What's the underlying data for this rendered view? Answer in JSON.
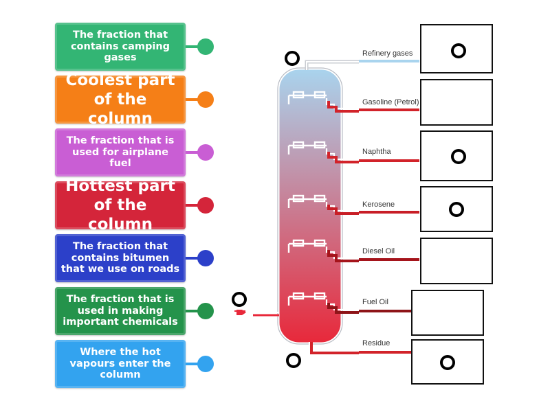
{
  "cards": [
    {
      "text": "The fraction that contains camping gases",
      "color": "#33b574"
    },
    {
      "text": "Coolest part of the column",
      "color": "#f57f17"
    },
    {
      "text": "The fraction that is used for airplane fuel",
      "color": "#c95ed4"
    },
    {
      "text": "Hottest part of the column",
      "color": "#d4253a"
    },
    {
      "text": "The fraction that contains bitumen that we use on roads",
      "color": "#2c40c9"
    },
    {
      "text": "The fraction that is used in making important chemicals",
      "color": "#24934b"
    },
    {
      "text": "Where the hot vapours enter the column",
      "color": "#33a3ef"
    }
  ],
  "fractions": [
    "Refinery gases",
    "Gasoline (Petrol)",
    "Naphtha",
    "Kerosene",
    "Diesel Oil",
    "Fuel Oil",
    "Residue"
  ],
  "colors": {
    "column_top": "#a9d4ee",
    "column_bottom": "#e8283a",
    "pipe": "#d2232a",
    "gas_pipe": "#a9d4ee"
  }
}
